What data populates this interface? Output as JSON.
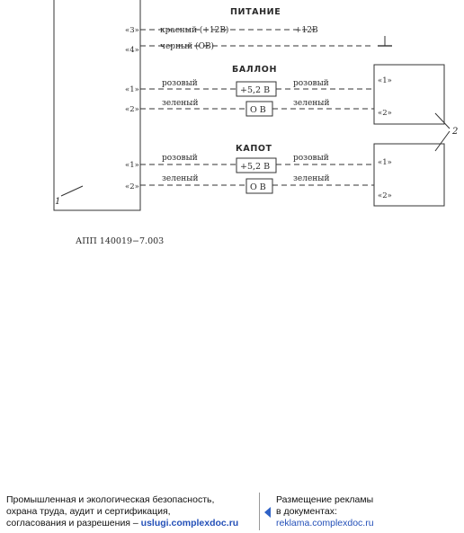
{
  "diagram": {
    "sections": {
      "power": "ПИТАНИЕ",
      "cylinder": "БАЛЛОН",
      "hood": "КАПОТ"
    },
    "power": {
      "pin3": "«3»",
      "pin4": "«4»",
      "red_wire": "красный (+12В)",
      "plus12": "+12В",
      "black_wire": "черный (ОВ)"
    },
    "cylinder": {
      "left_pin1": "«1»",
      "left_pin2": "«2»",
      "pink_left": "розовый",
      "pink_right": "розовый",
      "green_left": "зеленый",
      "green_right": "зеленый",
      "box_plus": "+5,2 В",
      "box_zero": "О В",
      "right_pin1": "«1»",
      "right_pin2": "«2»"
    },
    "hood": {
      "left_pin1": "«1»",
      "left_pin2": "«2»",
      "pink_left": "розовый",
      "pink_right": "розовый",
      "green_left": "зеленый",
      "green_right": "зеленый",
      "box_plus": "+5,2 В",
      "box_zero": "О В",
      "right_pin1": "«1»",
      "right_pin2": "«2»"
    },
    "ref1": "1",
    "ref2": "2",
    "code": "АПП 140019−7.003"
  },
  "footer": {
    "left_line1": "Промышленная и экологическая безопасность,",
    "left_line2": "охрана труда, аудит и сертификация,",
    "left_line3_prefix": "согласования и разрешения – ",
    "left_link": "uslugi.complexdoc.ru",
    "right_line1": "Размещение рекламы",
    "right_line2": "в документах:",
    "right_link": "reklama.complexdoc.ru"
  }
}
